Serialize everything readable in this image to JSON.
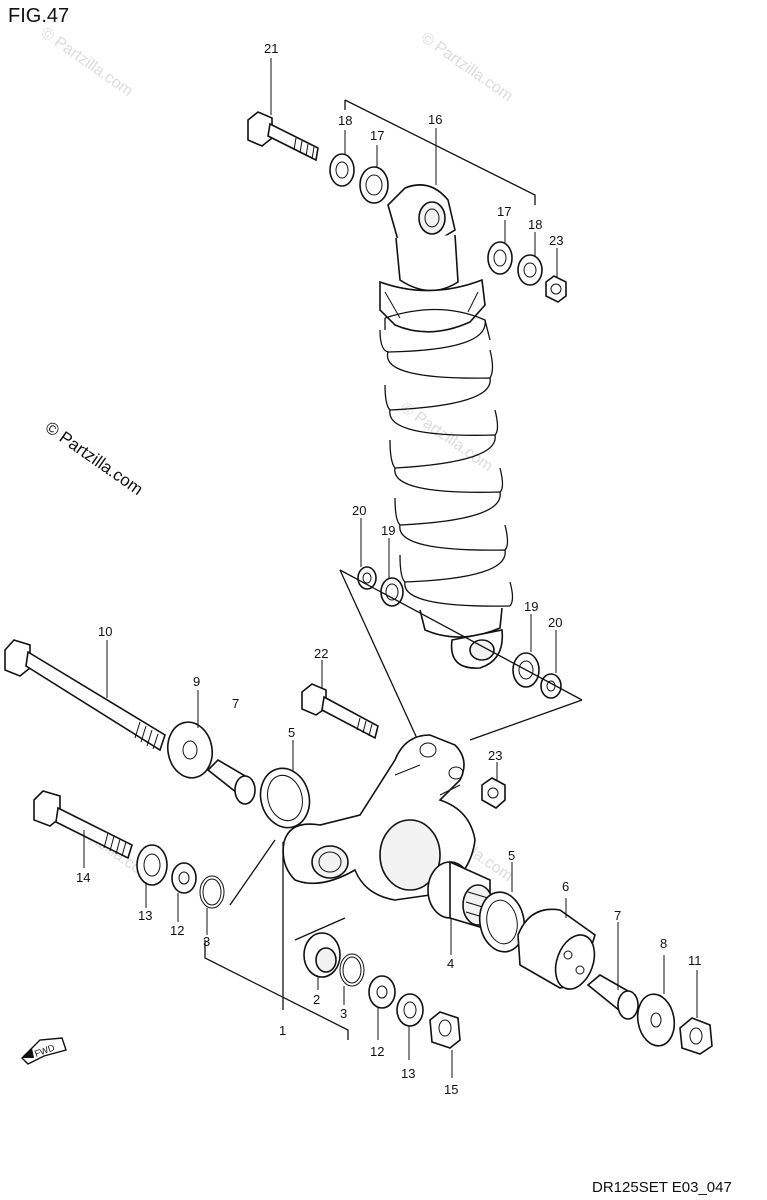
{
  "figure": {
    "title": "FIG.47",
    "code": "DR125SET E03_047"
  },
  "watermarks": {
    "main": "© Partzilla.com",
    "faint": "© Partzilla.com"
  },
  "fwd_label": "FWD",
  "callouts": {
    "c1": "1",
    "c2": "2",
    "c3a": "3",
    "c3b": "3",
    "c4": "4",
    "c5a": "5",
    "c5b": "5",
    "c6": "6",
    "c7a": "7",
    "c7b": "7",
    "c8": "8",
    "c9": "9",
    "c10": "10",
    "c11": "11",
    "c12a": "12",
    "c12b": "12",
    "c13a": "13",
    "c13b": "13",
    "c14": "14",
    "c15": "15",
    "c16": "16",
    "c17a": "17",
    "c17b": "17",
    "c18a": "18",
    "c18b": "18",
    "c19a": "19",
    "c19b": "19",
    "c20a": "20",
    "c20b": "20",
    "c21": "21",
    "c22": "22",
    "c23a": "23",
    "c23b": "23"
  }
}
